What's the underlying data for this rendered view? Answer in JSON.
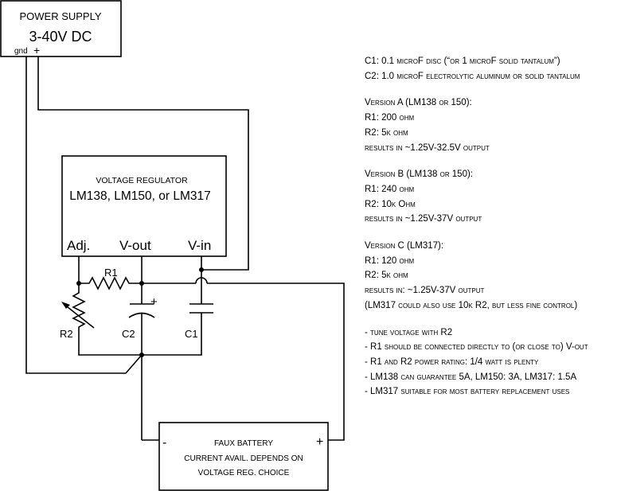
{
  "power_supply": {
    "title": "POWER SUPPLY",
    "voltage": "3-40V DC",
    "gnd_label": "gnd",
    "plus_label": "+"
  },
  "regulator": {
    "title": "VOLTAGE REGULATOR",
    "models": "LM138, LM150, or LM317",
    "pin_adj": "Adj.",
    "pin_vout": "V-out",
    "pin_vin": "V-in"
  },
  "components": {
    "r1": "R1",
    "r2": "R2",
    "c1": "C1",
    "c2": "C2",
    "c2_polarity": "+"
  },
  "battery": {
    "line1": "FAUX BATTERY",
    "line2": "CURRENT AVAIL. DEPENDS ON",
    "line3": "VOLTAGE REG. CHOICE",
    "minus": "-",
    "plus": "+"
  },
  "notes": {
    "caps": [
      "C1: 0.1 microF disc (“or 1 microF solid tantalum”)",
      "C2: 1.0 microF electrolytic aluminum or solid tantalum"
    ],
    "version_a": [
      "Version A (LM138 or 150):",
      "R1: 200 ohm",
      "R2: 5k ohm",
      "results in ~1.25V-32.5V output"
    ],
    "version_b": [
      "Version B (LM138 or 150):",
      "R1: 240 ohm",
      "R2: 10k Ohm",
      "results in ~1.25V-37V output"
    ],
    "version_c": [
      "Version C (LM317):",
      "R1: 120 ohm",
      "R2: 5k ohm",
      "results in: ~1.25V-37V output",
      "(LM317 could also use 10k R2, but less fine control)"
    ],
    "tips": [
      "- tune voltage with R2",
      "- R1 should be connected directly to (or close to) V-out",
      "- R1 and R2 power rating: 1/4 watt is plenty",
      "- LM138 can guarantee 5A, LM150: 3A, LM317: 1.5A",
      "- LM317 suitable for most battery replacement uses"
    ]
  }
}
